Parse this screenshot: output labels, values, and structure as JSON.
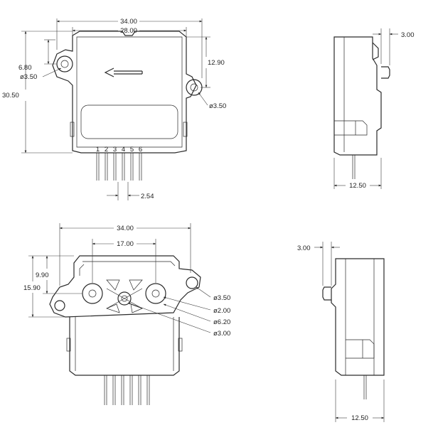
{
  "front_view": {
    "overall_width": "34.00",
    "body_width": "28.00",
    "overall_height": "30.50",
    "hole_offset": "6.80",
    "hole_left": "ø3.50",
    "hole_right": "ø3.50",
    "right_hole_height": "12.90",
    "pin_labels": [
      "1",
      "2",
      "3",
      "4",
      "5",
      "6"
    ],
    "pin_pitch": "2.54"
  },
  "side_view_top": {
    "depth": "12.50",
    "protrusion": "3.00"
  },
  "bottom_view": {
    "overall_width": "34.00",
    "port_spacing": "17.00",
    "height_a": "9.90",
    "height_b": "15.90",
    "callout_1": "ø3.50",
    "callout_2": "ø2.00",
    "callout_3": "ø6.20",
    "callout_4": "ø3.00"
  },
  "side_view_bottom": {
    "depth": "12.50",
    "protrusion": "3.00"
  }
}
